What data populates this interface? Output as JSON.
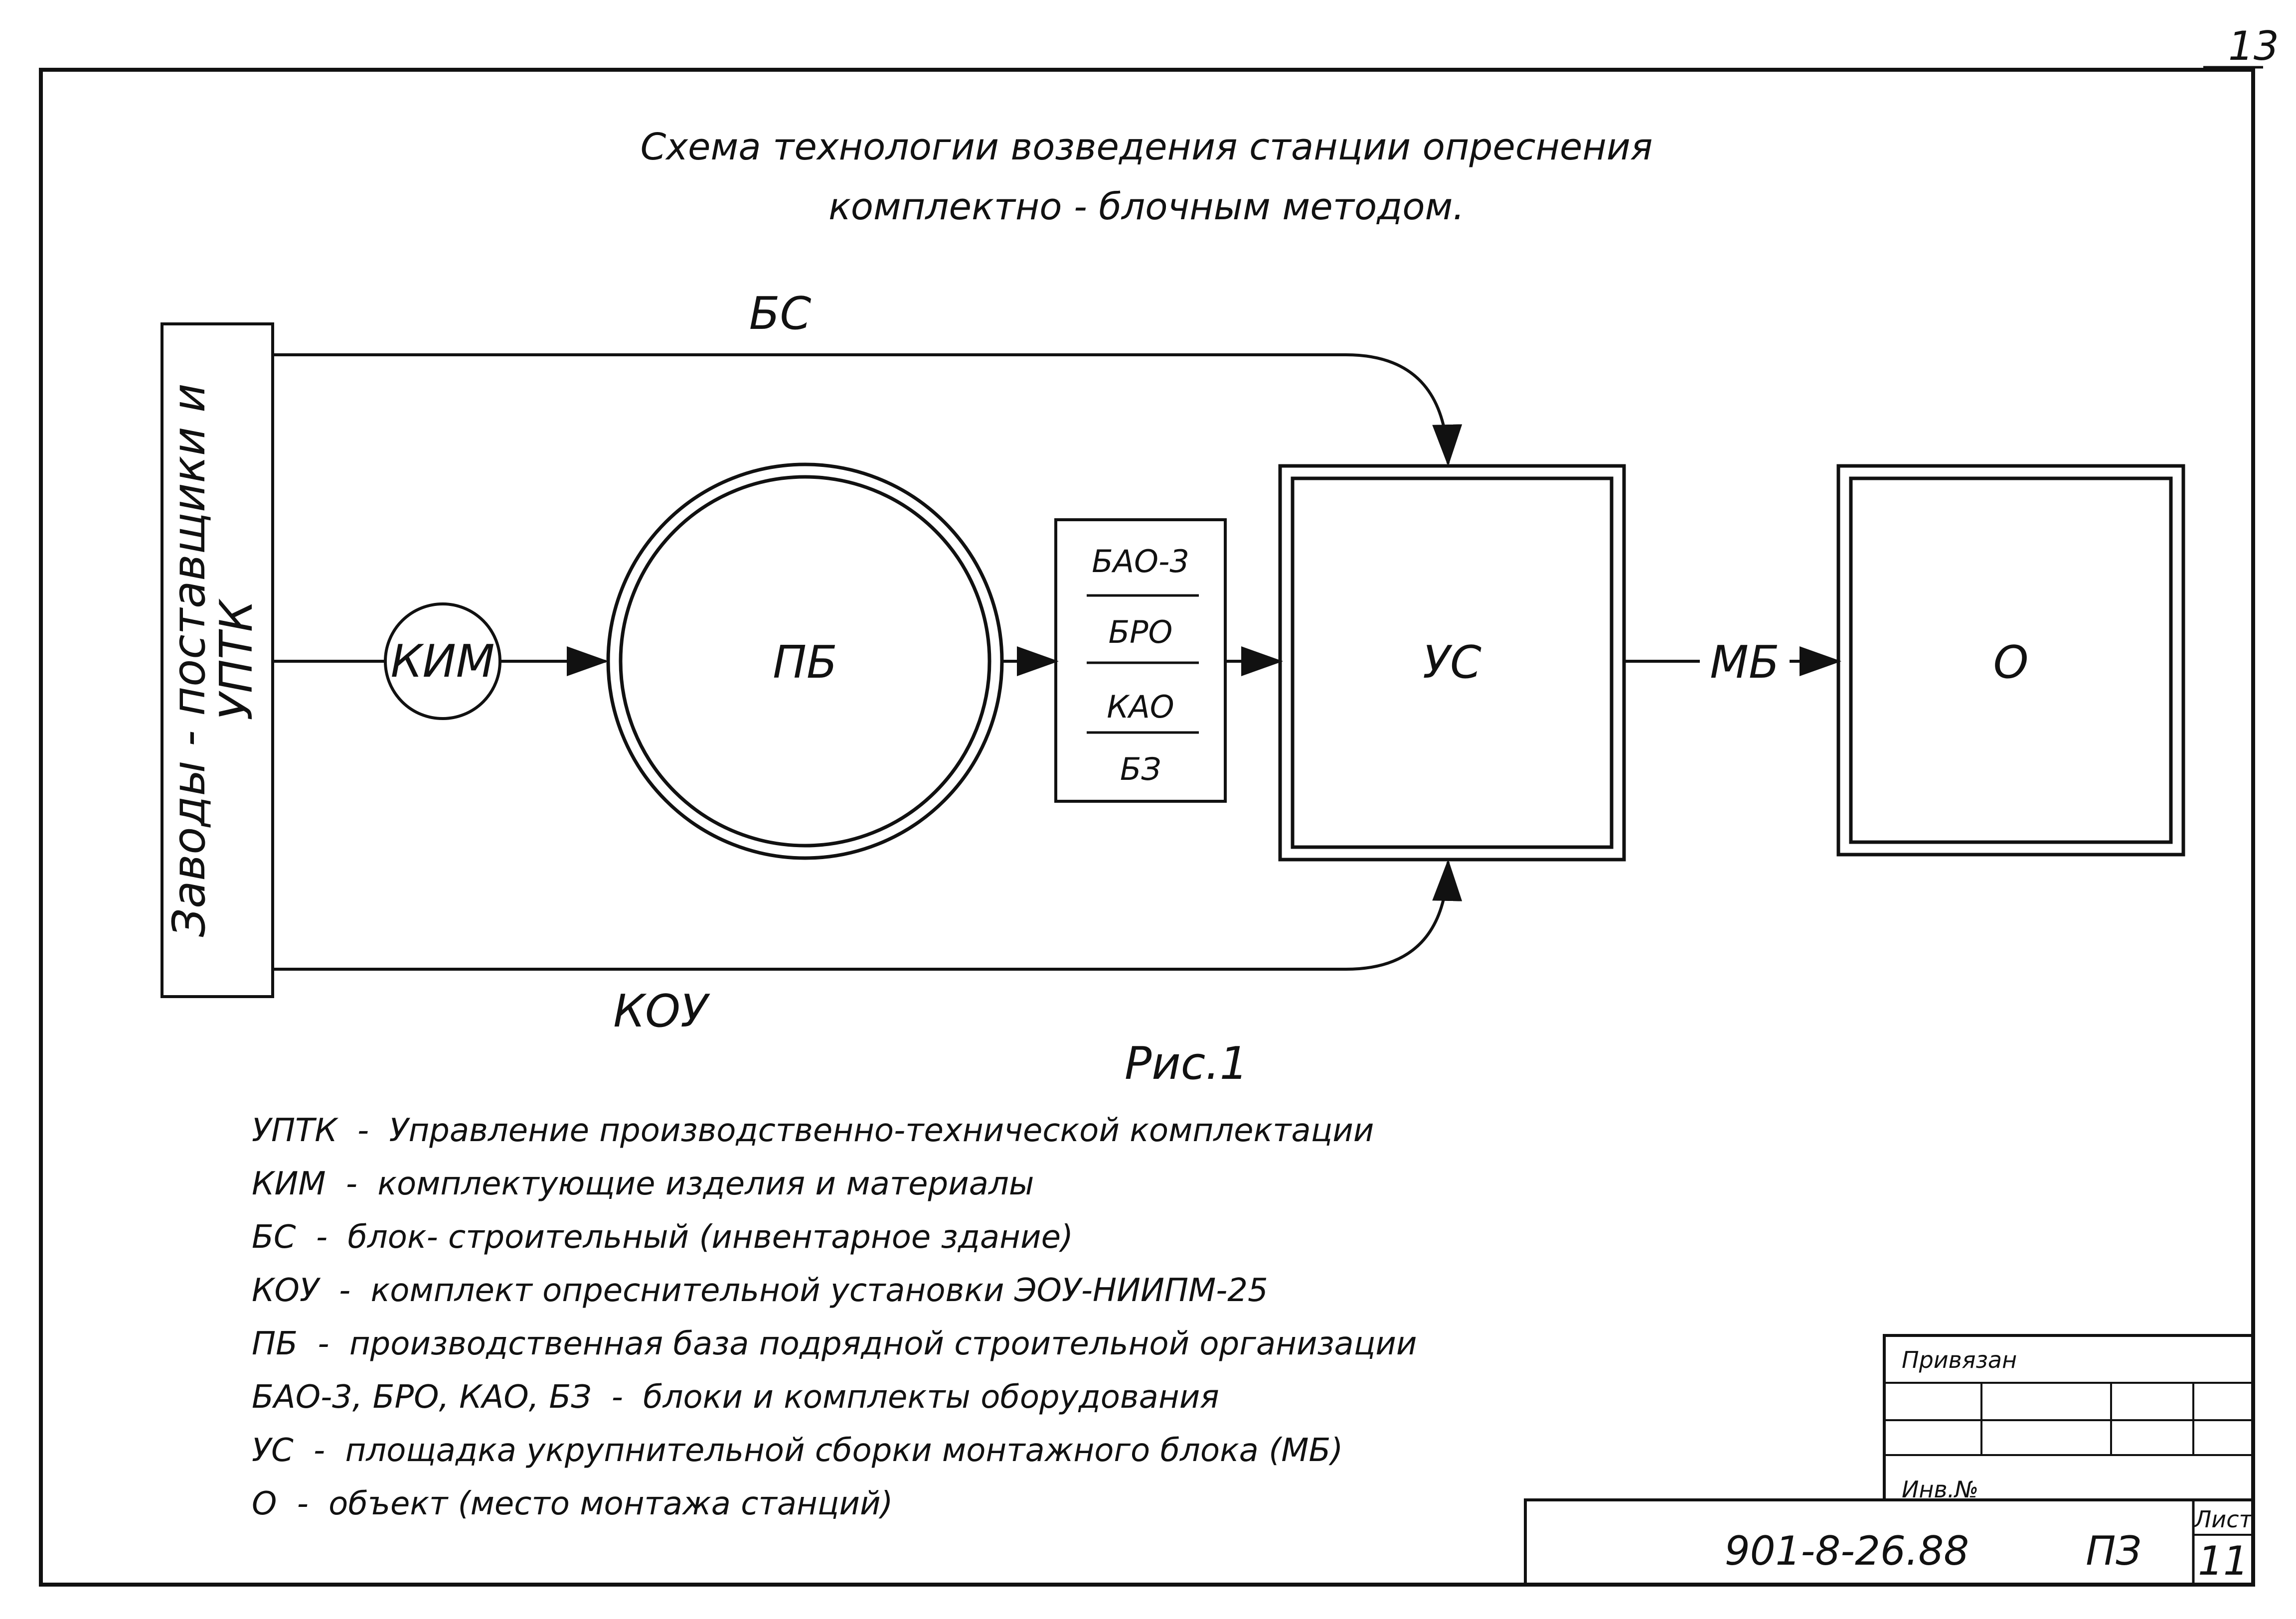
{
  "page_number": "13",
  "title": {
    "line1": "Схема технологии возведения станции опреснения",
    "line2": "комплектно - блочным методом."
  },
  "suppliers_box": {
    "line1": "Заводы - поставщики и",
    "line2": "УПТК"
  },
  "nodes": {
    "kim": "КИМ",
    "pb": "ПБ",
    "uc": "УС",
    "o": "О"
  },
  "blocks_stack": [
    "БАО-3",
    "БРО",
    "КАО",
    "БЗ"
  ],
  "edges": {
    "top_label": "БС",
    "bottom_label": "КОУ",
    "mb_label": "МБ"
  },
  "figure_caption": "Рис.1",
  "legend": [
    {
      "abbr": "УПТК",
      "sep": "-",
      "text": "Управление производственно-технической комплектации"
    },
    {
      "abbr": "КИМ",
      "sep": "-",
      "text": "комплектующие изделия и материалы"
    },
    {
      "abbr": "БС",
      "sep": "-",
      "text": "блок- строительный (инвентарное здание)"
    },
    {
      "abbr": "КОУ",
      "sep": "-",
      "text": "комплект опреснительной установки ЭОУ-НИИПМ-25"
    },
    {
      "abbr": "ПБ",
      "sep": "-",
      "text": "производственная база подрядной строительной организации"
    },
    {
      "abbr": "БАО-3, БРО, КАО, БЗ",
      "sep": "-",
      "text": "блоки и комплекты оборудования"
    },
    {
      "abbr": "УС",
      "sep": "-",
      "text": "площадка укрупнительной сборки монтажного блока (МБ)"
    },
    {
      "abbr": "О",
      "sep": "-",
      "text": "объект (место монтажа станций)"
    }
  ],
  "stamp": {
    "attached": "Привязан",
    "inv_no": "Инв.№",
    "doc_code": "901-8-26.88",
    "section": "ПЗ",
    "sheet_label": "Лист",
    "sheet": "11"
  }
}
